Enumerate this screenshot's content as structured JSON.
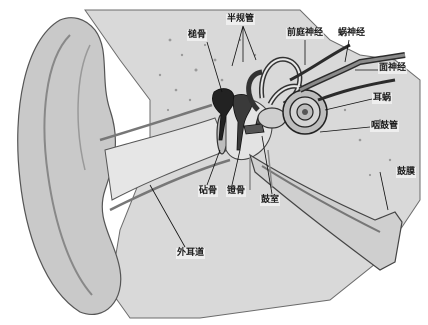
{
  "labels": {
    "malleus": "槌骨",
    "semicircular_canals": "半规管",
    "vestibular_nerve": "前庭神经",
    "cochlear_nerve": "蜗神经",
    "facial_nerve": "面神经",
    "cochlea": "耳蜗",
    "eustachian_tube": "咽鼓管",
    "eardrum": "鼓膜",
    "incus": "砧骨",
    "stapes": "镫骨",
    "external_canal": "外耳道",
    "tympanic_cavity": "鼓室"
  }
}
